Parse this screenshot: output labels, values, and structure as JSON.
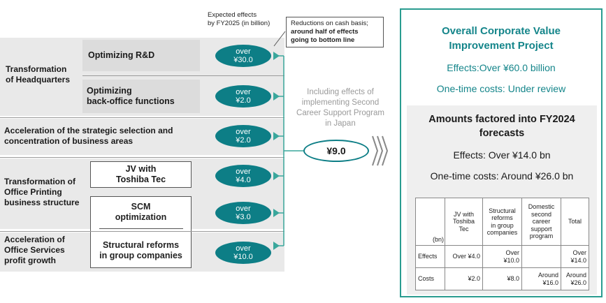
{
  "colors": {
    "teal": "#0d7e86",
    "teal_text": "#14858a",
    "band_gray": "#e9e9e9",
    "cell_gray": "#dcdcdc",
    "panel_border": "#2a9c90"
  },
  "header": {
    "expected_line1": "Expected effects",
    "expected_line2": "by FY2025  (in billion)",
    "callout_line1": "Reductions on cash basis;",
    "callout_line2": "around half of effects",
    "callout_line3": "going to bottom line"
  },
  "groups": {
    "hq_line1": "Transformation",
    "hq_line2": "of Headquarters",
    "rnd": "Optimizing R&D",
    "backoffice_line1": "Optimizing",
    "backoffice_line2": "back-office functions",
    "accel_line1": "Acceleration of the strategic selection and",
    "accel_line2": "concentration of business areas",
    "printing_line1": "Transformation of",
    "printing_line2": "Office Printing",
    "printing_line3": "business structure",
    "jv_line1": "JV with",
    "jv_line2": "Toshiba Tec",
    "scm_line1": "SCM",
    "scm_line2": "optimization",
    "services_line1": "Acceleration of",
    "services_line2": "Office Services",
    "services_line3": "profit growth",
    "structural_line1": "Structural reforms",
    "structural_line2": "in group companies"
  },
  "ovals": [
    {
      "top": "over",
      "bottom": "¥30.0"
    },
    {
      "top": "over",
      "bottom": "¥2.0"
    },
    {
      "top": "over",
      "bottom": "¥2.0"
    },
    {
      "top": "over",
      "bottom": "¥4.0"
    },
    {
      "top": "over",
      "bottom": "¥3.0"
    },
    {
      "top": "over",
      "bottom": "¥10.0"
    }
  ],
  "including": {
    "line1": "Including effects of",
    "line2": "implementing Second",
    "line3": "Career Support Program",
    "line4": "in Japan"
  },
  "total": "¥9.0",
  "panel": {
    "title_line1": "Overall Corporate Value",
    "title_line2": "Improvement Project",
    "effects": "Effects:Over ¥60.0 billion",
    "costs": "One-time costs:  Under review",
    "amounts_line1": "Amounts factored into FY2024",
    "amounts_line2": "forecasts",
    "effects_fy24": "Effects:  Over ¥14.0 bn",
    "costs_fy24": "One-time costs:  Around ¥26.0 bn"
  },
  "table": {
    "unit": "(bn)",
    "col1": [
      "JV with",
      "Toshiba",
      "Tec"
    ],
    "col2": [
      "Structural",
      "reforms",
      "in group",
      "companies"
    ],
    "col3": [
      "Domestic",
      "second",
      "career",
      "support",
      "program"
    ],
    "col4": "Total",
    "rows": [
      {
        "label": "Effects",
        "c1": "Over ¥4.0",
        "c2a": "Over",
        "c2b": "¥10.0",
        "c3a": "",
        "c3b": "",
        "c4a": "Over",
        "c4b": "¥14.0"
      },
      {
        "label": "Costs",
        "c1": "¥2.0",
        "c2a": "",
        "c2b": "¥8.0",
        "c3a": "Around",
        "c3b": "¥16.0",
        "c4a": "Around",
        "c4b": "¥26.0"
      }
    ]
  }
}
